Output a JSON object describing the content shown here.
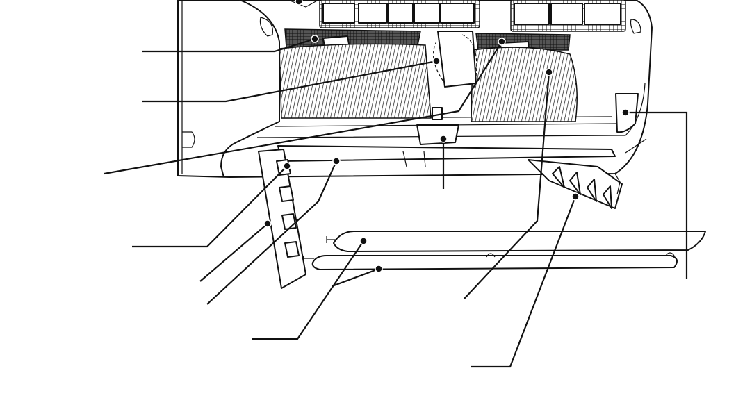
{
  "diagram": {
    "subject": "air-conditioner-indoor-unit-front-panel-open",
    "callouts": [
      {
        "id": "callout-1",
        "line_color": "#111111"
      },
      {
        "id": "callout-2",
        "line_color": "#111111"
      },
      {
        "id": "callout-3",
        "line_color": "#111111"
      },
      {
        "id": "callout-4",
        "line_color": "#111111"
      },
      {
        "id": "callout-5",
        "line_color": "#111111"
      },
      {
        "id": "callout-6",
        "line_color": "#111111"
      },
      {
        "id": "callout-7",
        "line_color": "#111111"
      },
      {
        "id": "callout-8",
        "line_color": "#111111"
      },
      {
        "id": "callout-9",
        "line_color": "#111111"
      },
      {
        "id": "callout-10",
        "line_color": "#111111"
      },
      {
        "id": "callout-11",
        "line_color": "#111111"
      },
      {
        "id": "callout-12",
        "line_color": "#111111"
      }
    ],
    "colors": {
      "ink": "#111111",
      "paper": "#ffffff"
    }
  }
}
